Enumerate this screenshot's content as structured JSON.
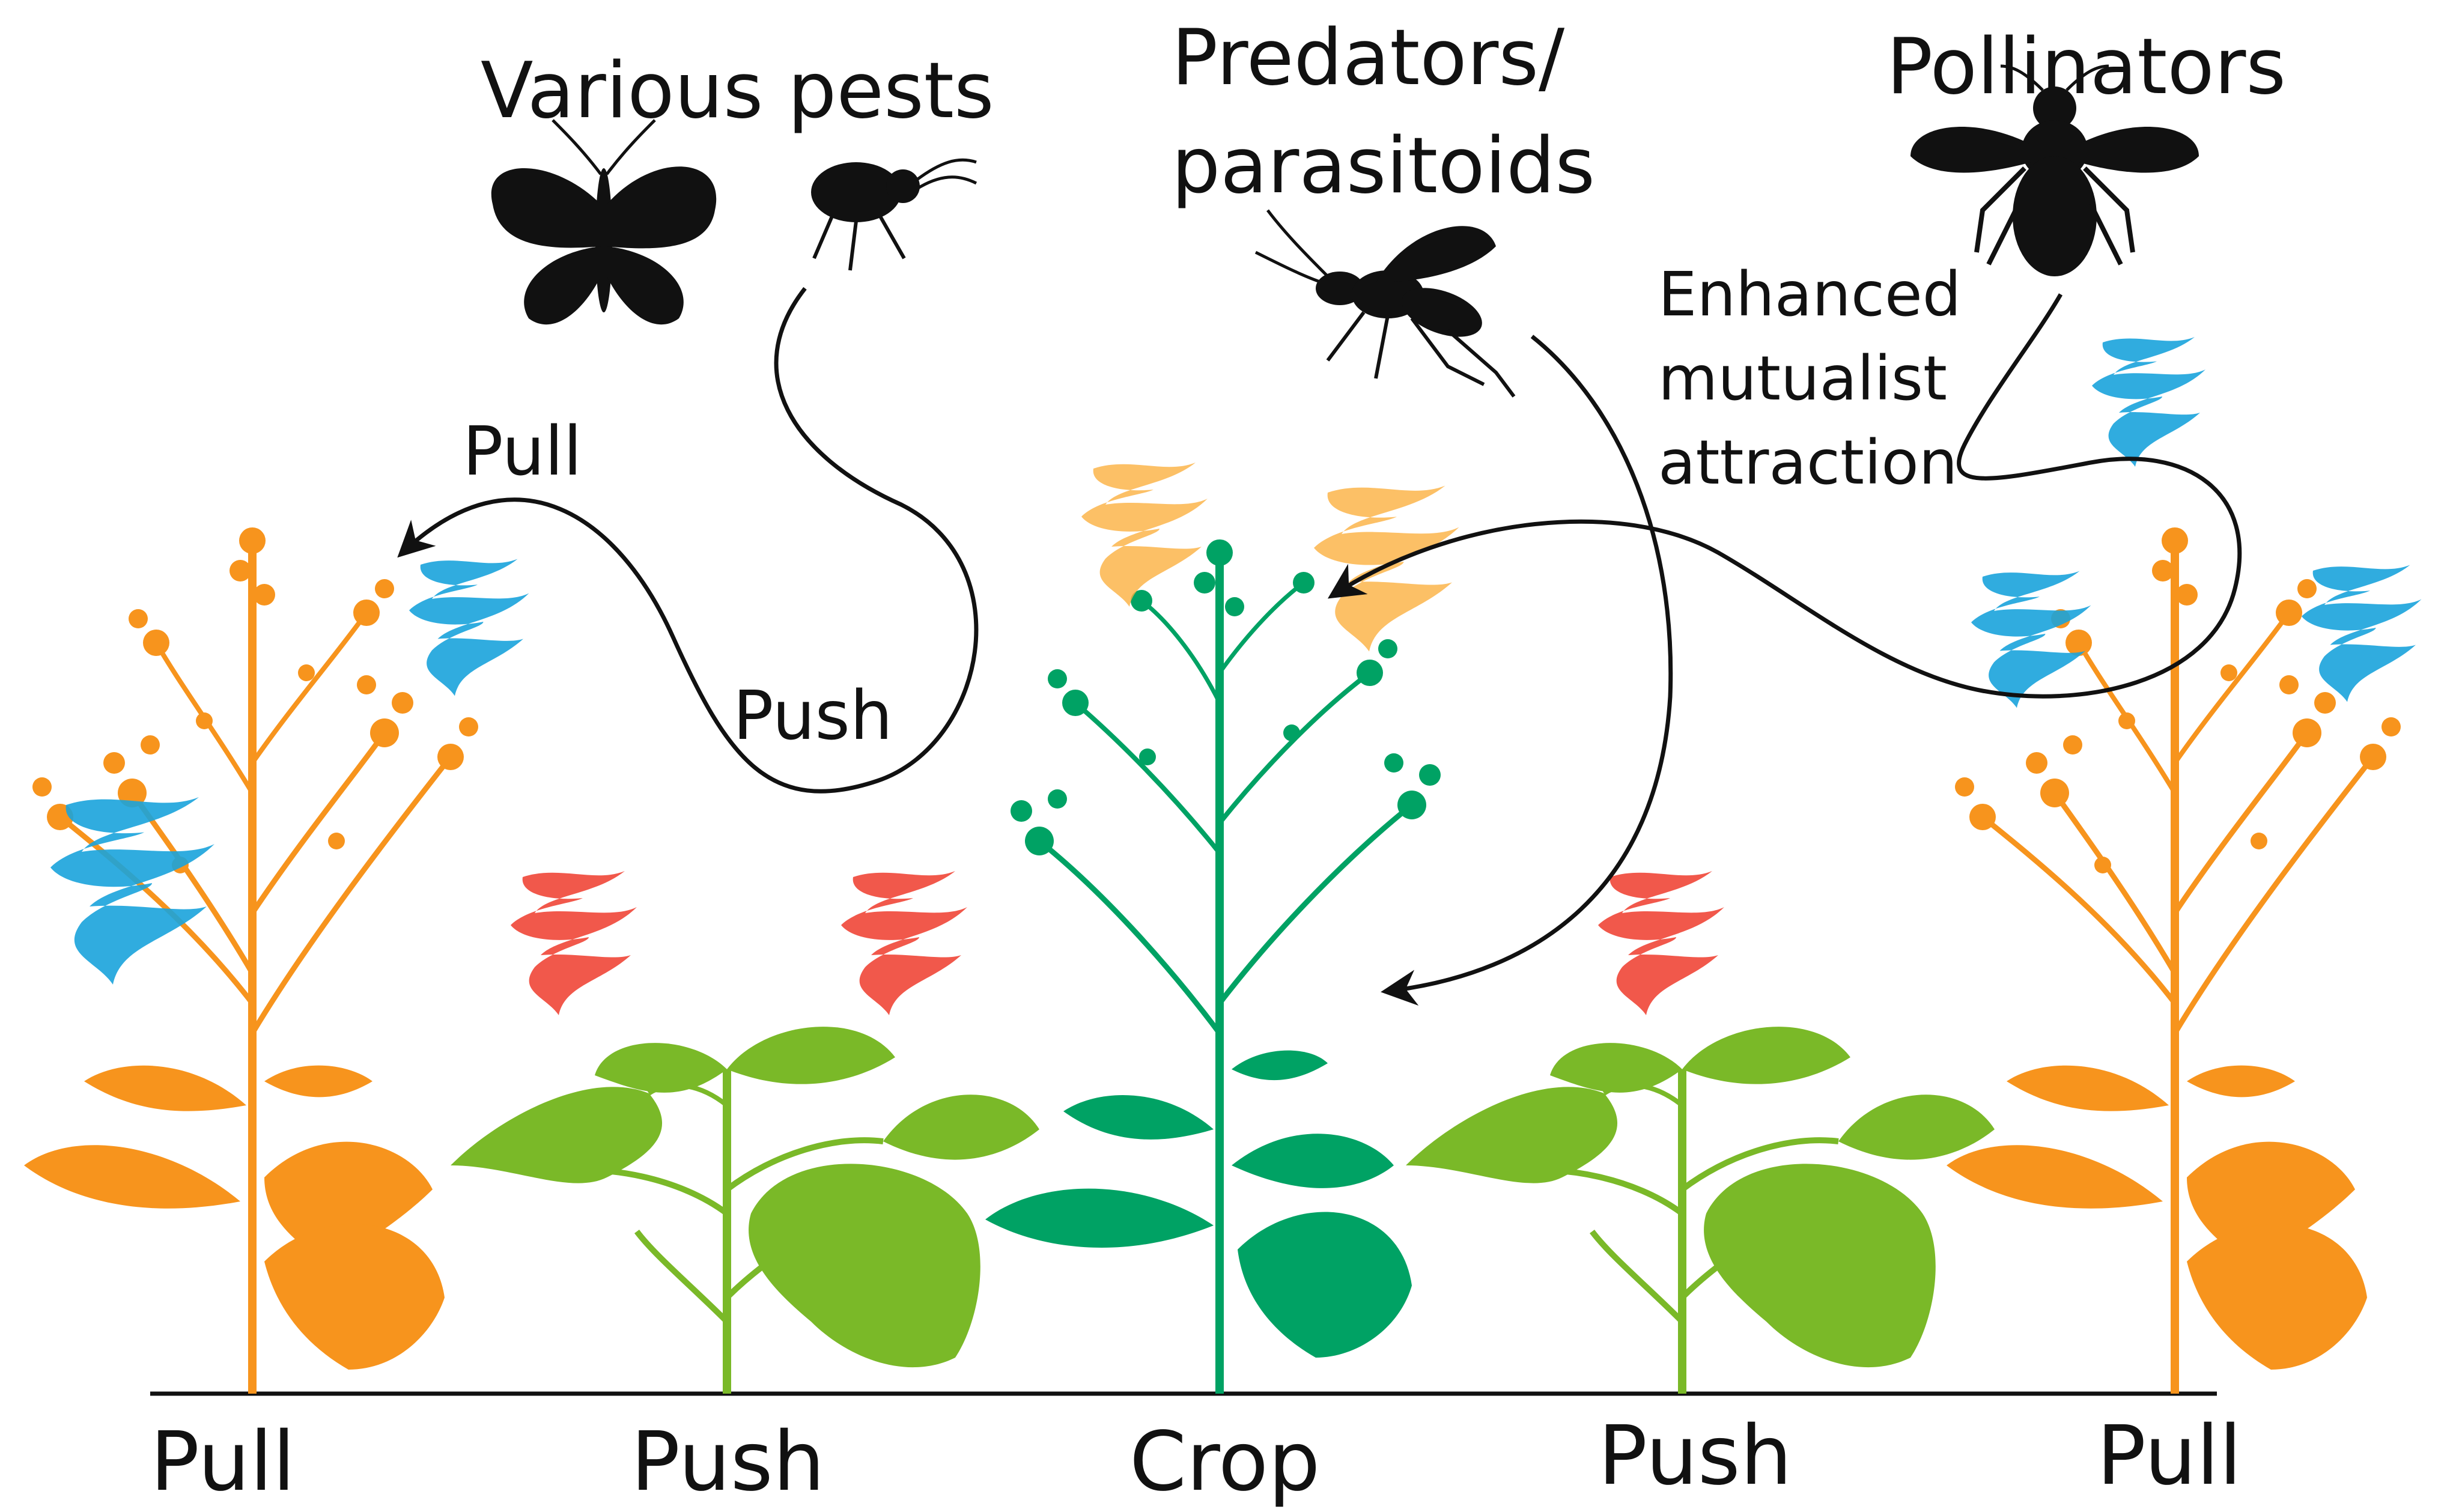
{
  "colors": {
    "ink": "#111111",
    "pull_plant": "#f7941d",
    "push_plant": "#7ab928",
    "crop_plant": "#00a264",
    "blue_volatile": "#1aa3dc",
    "red_volatile": "#ef3b2c",
    "orange_volatile": "#fbb040"
  },
  "icons": {
    "butterfly": "butterfly-icon",
    "beetle": "beetle-icon",
    "wasp": "wasp-icon",
    "bee": "bee-icon"
  },
  "labels": {
    "various_pests": "Various pests",
    "predators_line1": "Predators/",
    "predators_line2": "parasitoids",
    "pollinators": "Pollinators",
    "enhanced_line1": "Enhanced",
    "enhanced_line2": "mutualist",
    "enhanced_line3": "attraction",
    "pull_arrow": "Pull",
    "push_arrow": "Push"
  },
  "rows": {
    "pull_left": "Pull",
    "push_left": "Push",
    "crop": "Crop",
    "push_right": "Push",
    "pull_right": "Pull"
  }
}
